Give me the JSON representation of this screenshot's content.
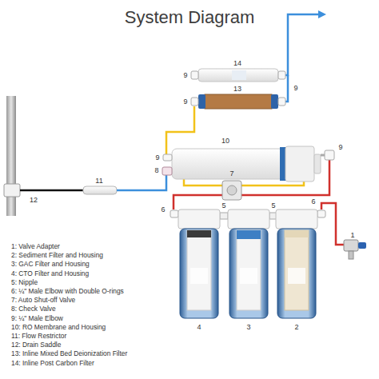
{
  "diagram": {
    "title": "System Diagram",
    "labels": [
      "14",
      "9",
      "13",
      "9",
      "9",
      "10",
      "9",
      "9",
      "8",
      "7",
      "11",
      "12",
      "6",
      "5",
      "5",
      "6",
      "1",
      "4",
      "3",
      "2",
      "1: Valve Adapter",
      "2: Sediment Filter and Housing",
      "3: GAC Filter and Housing",
      "4: CTO Filter and Housing",
      "5: Nipple",
      "6: ¼\" Male Elbow with Double O-rings",
      "7: Auto Shut-off Valve",
      "8: Check Valve",
      "9: ¼\" Male Elbow",
      "10: RO Membrane and Housing",
      "11: Flow Restrictor",
      "12: Drain Saddle",
      "13: Inline Mixed Bed Deionization Filter",
      "14: Inline Post Carbon Filter"
    ]
  }
}
